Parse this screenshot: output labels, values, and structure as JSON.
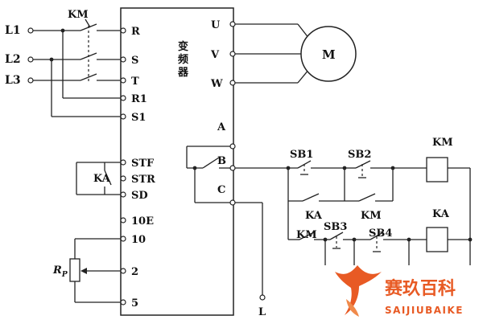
{
  "supply": {
    "L1": "L1",
    "L2": "L2",
    "L3": "L3"
  },
  "vfd": {
    "title": "变频器",
    "left_terminals": {
      "R": "R",
      "S": "S",
      "T": "T",
      "R1": "R1",
      "S1": "S1",
      "STF": "STF",
      "STR": "STR",
      "SD": "SD",
      "10E": "10E",
      "10": "10",
      "2": "2",
      "5": "5"
    },
    "right_terminals": {
      "U": "U",
      "V": "V",
      "W": "W",
      "A": "A",
      "B": "B",
      "C": "C"
    }
  },
  "motor": {
    "label": "M"
  },
  "labels": {
    "km_main": "KM",
    "ka_fwd": "KA",
    "rp_r": "R",
    "rp_sub": "P",
    "out_l": "L",
    "sb1": "SB1",
    "sb2": "SB2",
    "sb3": "SB3",
    "sb4": "SB4",
    "ka_contact": "KA",
    "km_contact": "KM",
    "km_contact2": "KM",
    "km_coil": "KM",
    "ka_coil": "KA"
  },
  "watermark": {
    "cn": "赛玖百科",
    "en": "SAIJIUBAIKE",
    "colors": {
      "brand": "#e85a24"
    }
  },
  "colors": {
    "line": "#222222",
    "background": "#ffffff"
  }
}
